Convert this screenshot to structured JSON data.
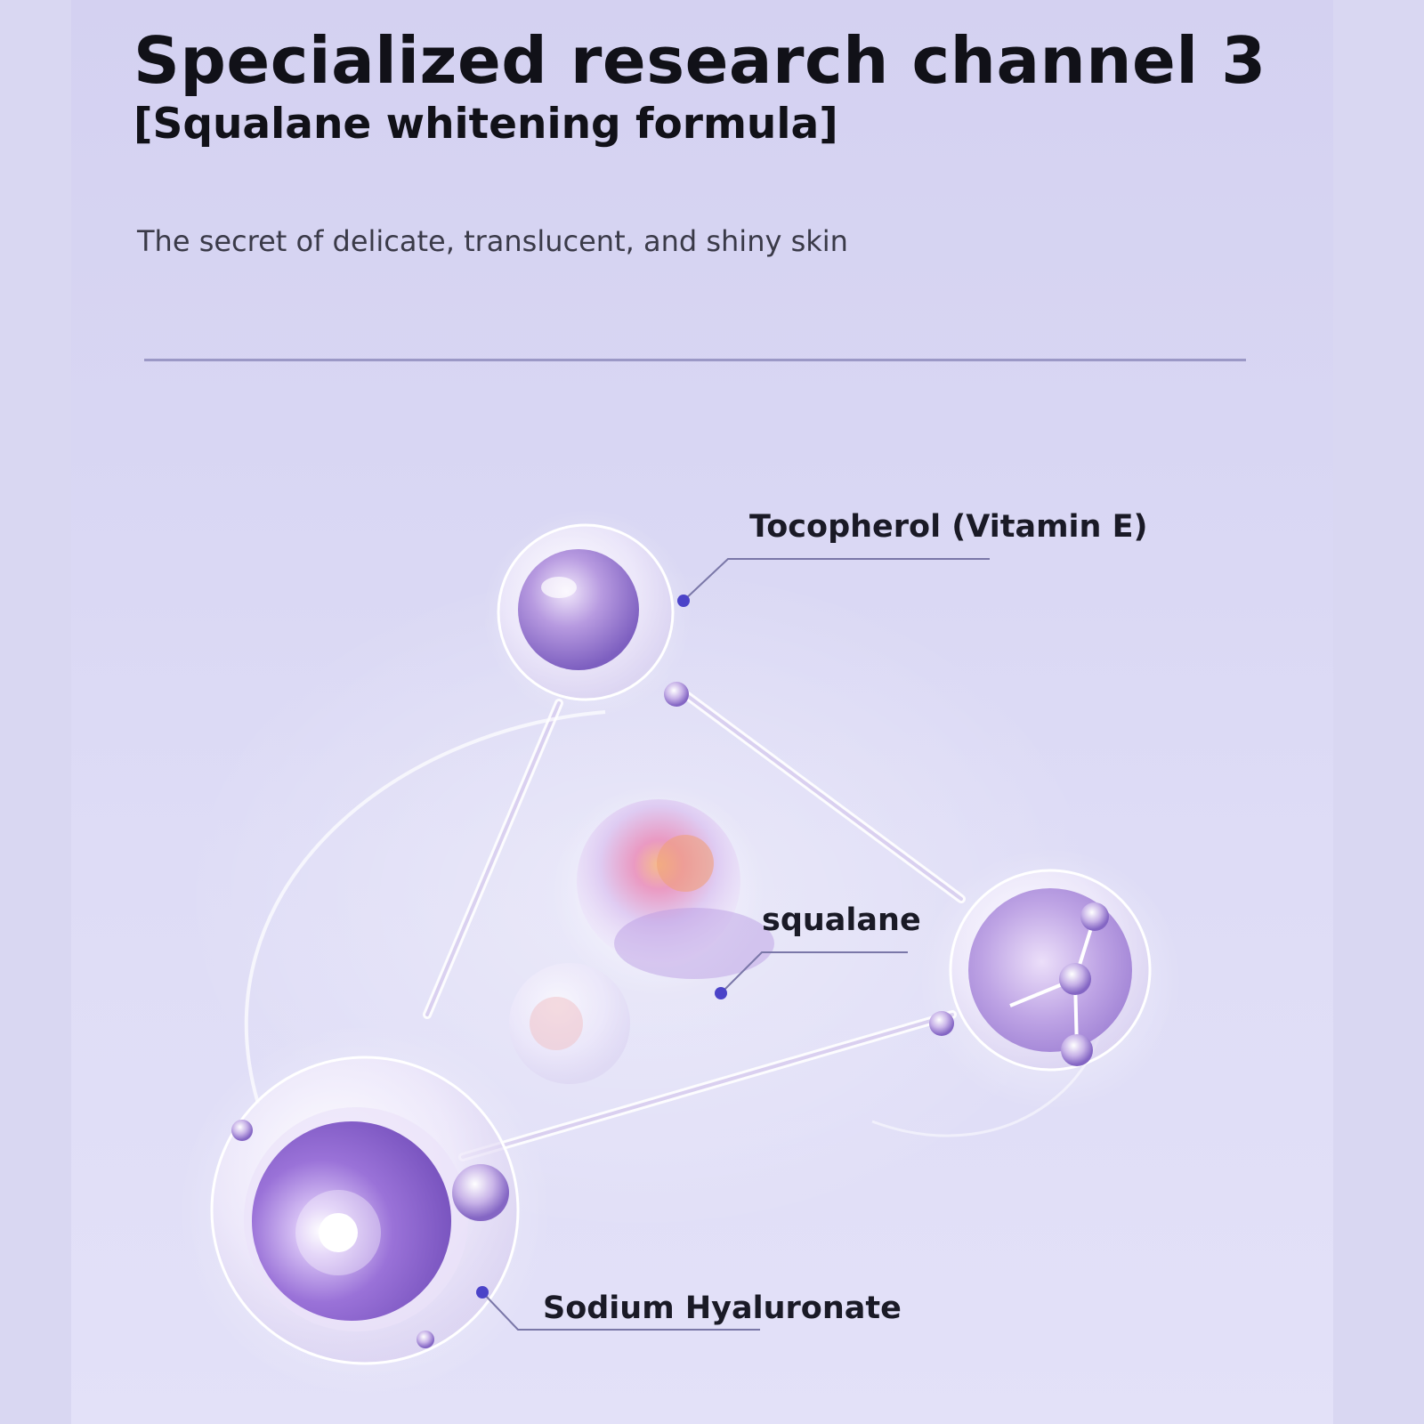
{
  "header": {
    "title": "Specialized research channel 3",
    "subtitle": "[Squalane whitening formula]",
    "tagline": "The secret of delicate, translucent, and shiny skin"
  },
  "labels": {
    "tocopherol": "Tocopherol (Vitamin E)",
    "squalane": "squalane",
    "sodium": "Sodium Hyaluronate"
  },
  "colors": {
    "background": "#d8d6f3",
    "accent": "#5a52c8",
    "sphere": "#a88ad8",
    "text": "#111118"
  }
}
